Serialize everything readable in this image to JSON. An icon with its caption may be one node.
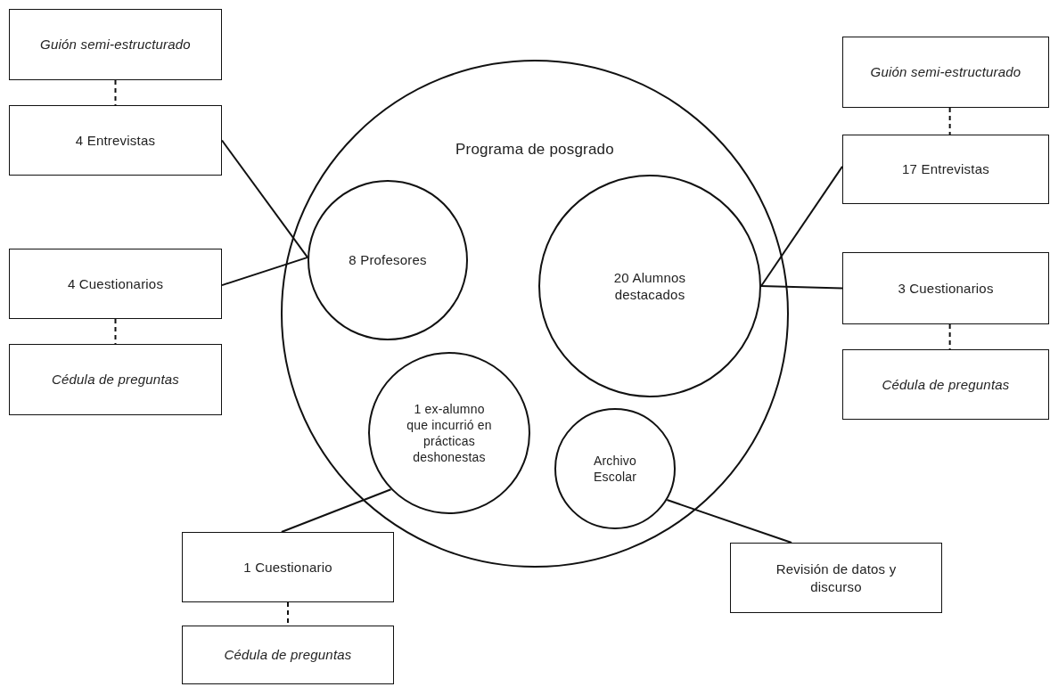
{
  "diagram": {
    "nodes": [
      {
        "text": [
          "Guión semi-estructurado"
        ]
      },
      {
        "text": [
          "4 Entrevistas"
        ]
      },
      {
        "text": [
          "4 Cuestionarios"
        ]
      },
      {
        "text": [
          "Cédula de preguntas"
        ]
      },
      {
        "text": [
          "Programa de posgrado"
        ]
      },
      {
        "text": [
          "8 Profesores"
        ],
        "in": 4
      },
      {
        "text": [
          "20 Alumnos destacados"
        ],
        "in": 4
      },
      {
        "text": [
          "1 ex-alumno que incurrió en prácticas deshonestas"
        ],
        "in": 4
      },
      {
        "text": [
          "Archivo Escolar"
        ],
        "in": 4
      },
      {
        "text": [
          "Guión semi-estructurado"
        ]
      },
      {
        "text": [
          "17 Entrevistas"
        ]
      },
      {
        "text": [
          "3 Cuestionarios"
        ]
      },
      {
        "text": [
          "Cédula de preguntas"
        ]
      },
      {
        "text": [
          "1 Cuestionario"
        ]
      },
      {
        "text": [
          "Cédula de preguntas"
        ]
      },
      {
        "text": [
          "Revisión de datos y discurso"
        ]
      }
    ],
    "edges": [
      {
        "from": 0,
        "to": 1,
        "arrow": "none",
        "style": "dashed"
      },
      {
        "from": 1,
        "to": 5,
        "arrow": "none"
      },
      {
        "from": 2,
        "to": 5,
        "arrow": "none"
      },
      {
        "from": 2,
        "to": 3,
        "arrow": "none",
        "style": "dashed"
      },
      {
        "from": 9,
        "to": 10,
        "arrow": "none",
        "style": "dashed"
      },
      {
        "from": 10,
        "to": 6,
        "arrow": "none"
      },
      {
        "from": 11,
        "to": 6,
        "arrow": "none"
      },
      {
        "from": 11,
        "to": 12,
        "arrow": "none",
        "style": "dashed"
      },
      {
        "from": 7,
        "to": 13,
        "arrow": "none"
      },
      {
        "from": 13,
        "to": 14,
        "arrow": "none",
        "style": "dashed"
      },
      {
        "from": 8,
        "to": 15,
        "arrow": "none"
      }
    ]
  }
}
